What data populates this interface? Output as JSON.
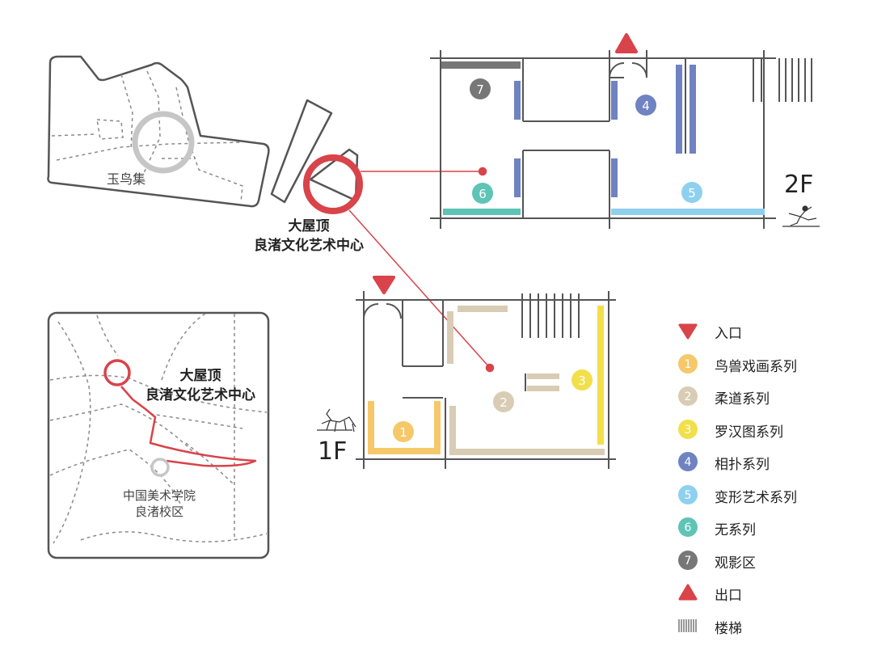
{
  "colors": {
    "entrance": "#d9434a",
    "route": "#d9434a",
    "outline": "#555555",
    "dashed": "#8a8a8a",
    "gray_ring": "#c6c6c6",
    "series_1": "#f6c86a",
    "series_2": "#d8ccb4",
    "series_3": "#f2df4a",
    "series_4": "#6f83c2",
    "series_5": "#8fd0ef",
    "series_6": "#5ec4b6",
    "series_7": "#777777"
  },
  "top_map": {
    "place_label": "玉鸟集",
    "venue_line1": "大屋顶",
    "venue_line2": "良渚文化艺术中心"
  },
  "bottom_map": {
    "venue_line1": "大屋顶",
    "venue_line2": "良渚文化艺术中心",
    "academy_line1": "中国美术学院",
    "academy_line2": "良渚校区"
  },
  "floor_2f": {
    "label": "2F",
    "markers": [
      "7",
      "4",
      "6",
      "5"
    ],
    "icon": "dancer-icon"
  },
  "floor_1f": {
    "label": "1F",
    "markers": [
      "1",
      "2",
      "3"
    ],
    "icon": "deer-icon"
  },
  "legend": [
    {
      "symbol": "entrance-icon",
      "number": "",
      "label": "入口"
    },
    {
      "symbol": "series-marker",
      "number": "1",
      "label": "鸟兽戏画系列"
    },
    {
      "symbol": "series-marker",
      "number": "2",
      "label": "柔道系列"
    },
    {
      "symbol": "series-marker",
      "number": "3",
      "label": "罗汉图系列"
    },
    {
      "symbol": "series-marker",
      "number": "4",
      "label": "相扑系列"
    },
    {
      "symbol": "series-marker",
      "number": "5",
      "label": "变形艺术系列"
    },
    {
      "symbol": "series-marker",
      "number": "6",
      "label": "无系列"
    },
    {
      "symbol": "series-marker",
      "number": "7",
      "label": "观影区"
    },
    {
      "symbol": "exit-icon",
      "number": "",
      "label": "出口"
    },
    {
      "symbol": "stairs-icon",
      "number": "",
      "label": "楼梯"
    }
  ]
}
